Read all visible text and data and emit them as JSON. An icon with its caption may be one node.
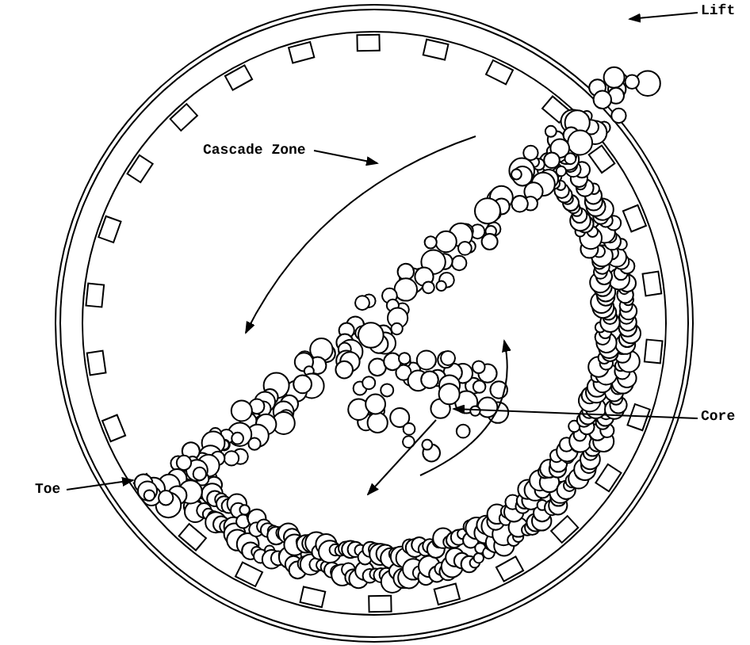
{
  "diagram": {
    "nodes": [
      {
        "text": [
          "Lift"
        ]
      },
      {
        "text": [
          "Cascade Zone"
        ]
      },
      {
        "text": [
          "Core"
        ]
      },
      {
        "text": [
          "Toe"
        ]
      }
    ],
    "edges": [
      {
        "from": 0,
        "to": null,
        "arrow": "to"
      },
      {
        "from": 1,
        "to": null,
        "arrow": "to"
      },
      {
        "from": 2,
        "to": null,
        "arrow": "to"
      },
      {
        "from": 3,
        "to": null,
        "arrow": "to"
      }
    ]
  }
}
